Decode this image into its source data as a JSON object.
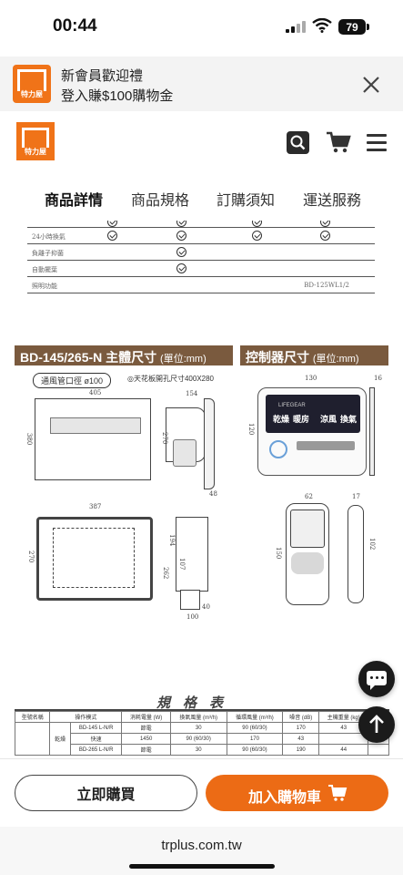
{
  "status_bar": {
    "time": "00:44",
    "battery": "79"
  },
  "promo": {
    "logo_text": "特力屋",
    "line1": "新會員歡迎禮",
    "line2": "登入賺$100購物金"
  },
  "header": {
    "brand_text": "特力屋"
  },
  "tabs": [
    {
      "label": "商品詳情",
      "active": true
    },
    {
      "label": "商品規格",
      "active": false
    },
    {
      "label": "訂購須知",
      "active": false
    },
    {
      "label": "運送服務",
      "active": false
    }
  ],
  "feature_table": {
    "rows": [
      {
        "label": "24小時換氣",
        "checks": [
          true,
          true,
          true,
          true
        ]
      },
      {
        "label": "負離子抑菌",
        "checks": [
          false,
          true,
          false,
          false
        ]
      },
      {
        "label": "自動擺葉",
        "checks": [
          false,
          true,
          false,
          false
        ]
      },
      {
        "label": "照明功能",
        "checks": [
          false,
          false,
          false,
          false
        ],
        "model": "BD-125WL1/2"
      }
    ]
  },
  "body_section": {
    "title": "BD-145/265-N 主體尺寸",
    "unit": "(單位:mm)",
    "vent_label": "通風管口徑 ø100",
    "ceiling_label": "◎天花板開孔尺寸400X280"
  },
  "controller_section": {
    "title": "控制器尺寸",
    "unit": "(單位:mm)",
    "brand": "LIFEGEAR"
  },
  "controller_screen": {
    "words": [
      "乾燥",
      "暖房",
      "涼風",
      "換氣"
    ]
  },
  "dimensions": {
    "top_width": "405",
    "top_height": "380",
    "side_width": "154",
    "side_height": "270",
    "side_depth": "48",
    "bottom_width": "387",
    "bottom_height": "270",
    "bottom_side": "194",
    "bottom_side2": "262",
    "bottom_side3": "107",
    "bottom_depth": "40",
    "bottom_pipe": "100",
    "ctrl_width": "130",
    "ctrl_depth": "16",
    "ctrl_height": "120",
    "remote_width": "62",
    "remote_depth": "17",
    "remote_height": "150",
    "remote_side": "102"
  },
  "spec_table": {
    "title": "規格表",
    "headers": [
      "型號名稱",
      "操作模式",
      "消耗電量 (W)",
      "換氣風量 (m³/h)",
      "循環風量 (m³/h)",
      "噪音 (dB)",
      "主機重量 (kg)",
      "適用"
    ],
    "rows": [
      [
        "乾燥",
        "BD-145 L-N/R",
        "節電",
        "30",
        "90 (60/30)",
        "170",
        "43"
      ],
      [
        "",
        "",
        "快速",
        "1450",
        "90 (60/30)",
        "170",
        "43"
      ],
      [
        "",
        "BD-265 L-N/R",
        "節電",
        "30",
        "90 (60/30)",
        "190",
        "44"
      ]
    ]
  },
  "bottom_bar": {
    "buy_now": "立即購買",
    "add_to_cart": "加入購物車"
  },
  "url": "trplus.com.tw",
  "colors": {
    "brand_orange": "#f07318",
    "cart_button": "#ec6b15",
    "section_brown": "#7a5a3e"
  }
}
